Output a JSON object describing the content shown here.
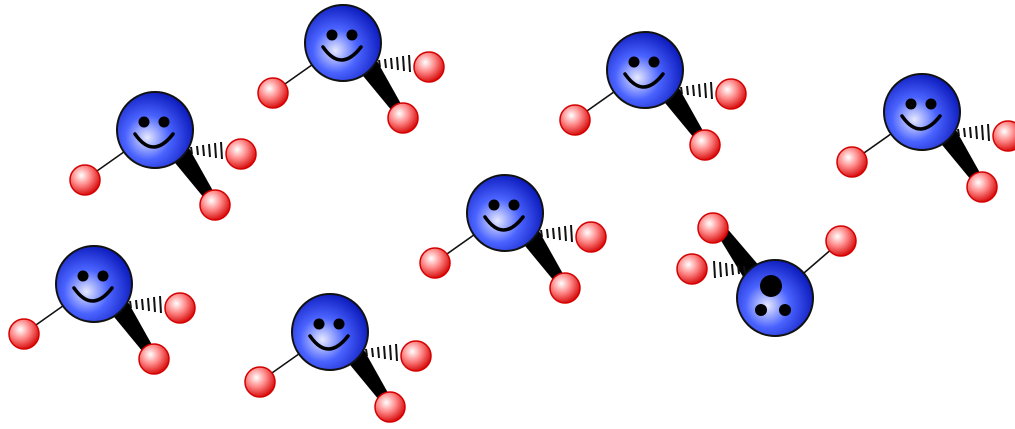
{
  "scene": {
    "background_color": "#ffffff",
    "molecule_count": 8,
    "smiley_molecule_count": 7,
    "odd_molecule_count": 1
  },
  "colors": {
    "central_sphere_highlight": "#e6e9ff",
    "central_sphere_mid": "#4a63ff",
    "central_sphere_edge": "#0816b8",
    "outline": "#111111",
    "small_sphere_highlight": "#ffffff",
    "small_sphere_mid": "#ff8a8a",
    "small_sphere_edge": "#d40000",
    "face": "#000000"
  },
  "icons": {
    "smiley_molecule": "smiley-face-molecule-icon",
    "odd_molecule": "dot-face-molecule-icon"
  }
}
